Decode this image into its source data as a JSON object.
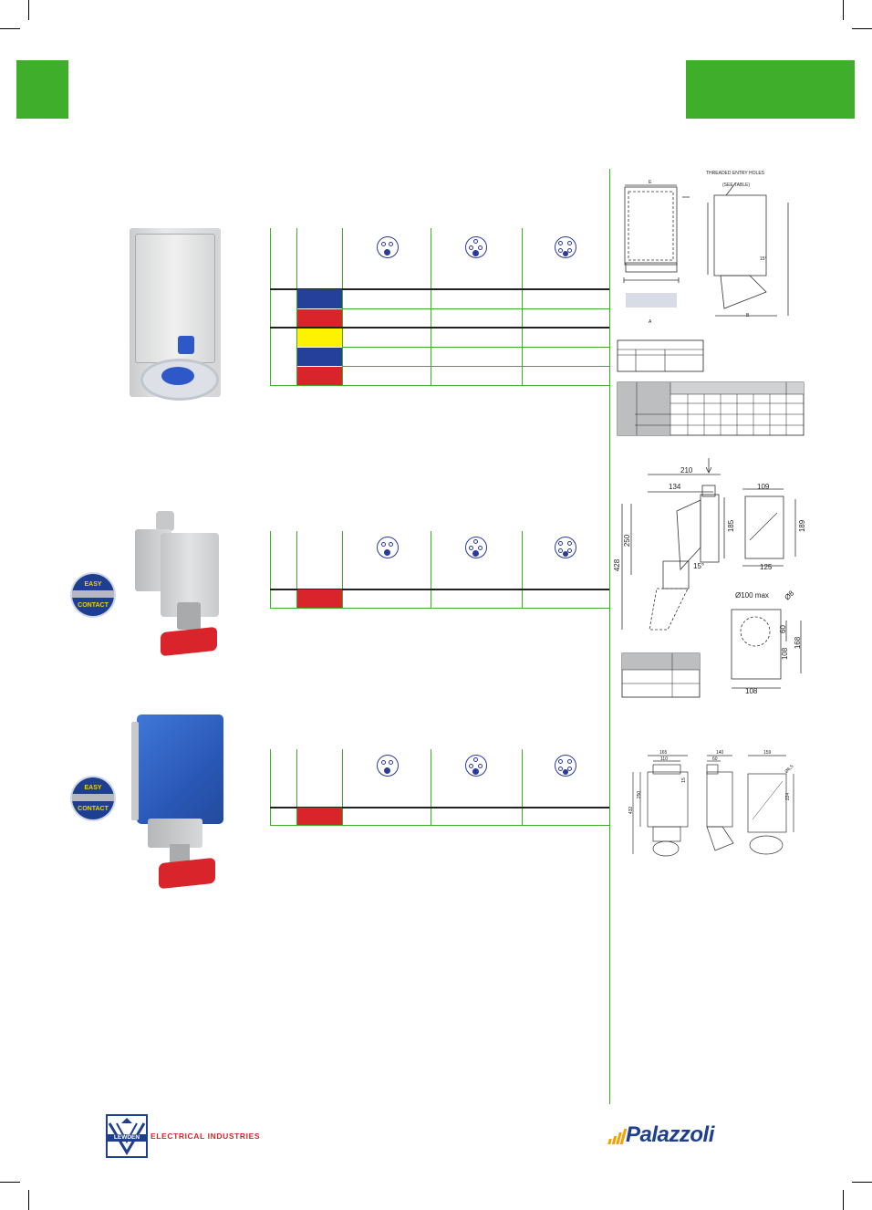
{
  "colors": {
    "accent_green": "#3fae2a",
    "blue": "#24409a",
    "red": "#d8242a",
    "yellow": "#fff200",
    "dark_blue": "#1e3f8f"
  },
  "drawing1": {
    "threaded_entry_holes": "THREADED ENTRY HOLES",
    "see_table": "(SEE TABLE)",
    "label_e": "E",
    "label_a": "A",
    "label_b": "B",
    "angle": "15°"
  },
  "drawing2": {
    "d210": "210",
    "d134": "134",
    "d109": "109",
    "d185": "185",
    "d189": "189",
    "d250": "250",
    "d428": "428",
    "d125": "125",
    "angle": "15°",
    "d100max": "Ø100 max",
    "d8": "Ø8",
    "d60": "60",
    "d108v": "108",
    "d168": "168",
    "d108h": "108"
  },
  "drawing3": {
    "d165": "165",
    "d110": "110",
    "d140": "140",
    "d60": "60",
    "d159": "159",
    "d250": "250",
    "d432": "432",
    "d15": "15",
    "d224": "224",
    "d65": "Ø6,5"
  },
  "badges": {
    "easy": "EASY",
    "contact": "CONTACT"
  },
  "footer": {
    "brand_left": "LEWDEN",
    "left_tagline": "ELECTRICAL INDUSTRIES",
    "brand_right": "Palazzoli"
  }
}
